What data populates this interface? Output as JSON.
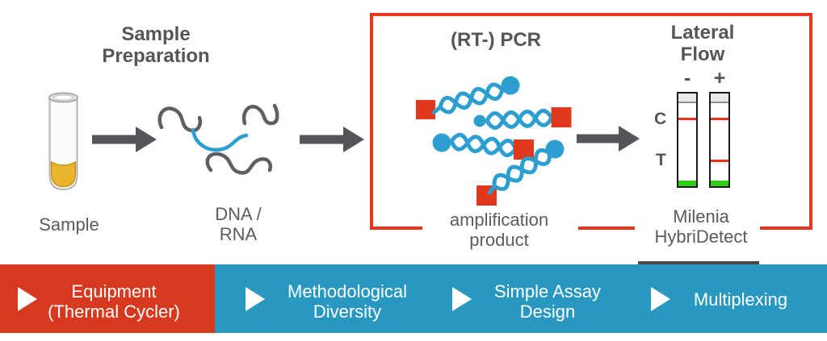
{
  "figure": {
    "stages": {
      "sample_preparation": {
        "title_line1": "Sample",
        "title_line2": "Preparation",
        "tube_label": "Sample",
        "nucleic_label_line1": "DNA /",
        "nucleic_label_line2": "RNA"
      },
      "pcr": {
        "title": "(RT-) PCR",
        "product_label_line1": "amplification",
        "product_label_line2": "product"
      },
      "lateral_flow": {
        "title_line1": "Lateral",
        "title_line2": "Flow",
        "negative_strip_label": "-",
        "positive_strip_label": "+",
        "control_band_label": "C",
        "test_band_label": "T",
        "brand_line1": "Milenia",
        "brand_line2": "HybriDetect"
      }
    },
    "banner": {
      "items": [
        {
          "line1": "Equipment",
          "line2": "(Thermal Cycler)",
          "highlighted": true
        },
        {
          "line1": "Methodological",
          "line2": "Diversity",
          "highlighted": false
        },
        {
          "line1": "Simple Assay",
          "line2": "Design",
          "highlighted": false
        },
        {
          "line1": "Multiplexing",
          "line2": "",
          "highlighted": false
        }
      ]
    },
    "colors": {
      "accent_red": "#E5371D",
      "banner_red": "#D7391F",
      "banner_blue": "#2898C0",
      "illustration_blue": "#2C9FD0",
      "text_gray": "#58595B",
      "strip_green": "#2FCE17",
      "sample_yellow": "#EBB42E"
    }
  }
}
